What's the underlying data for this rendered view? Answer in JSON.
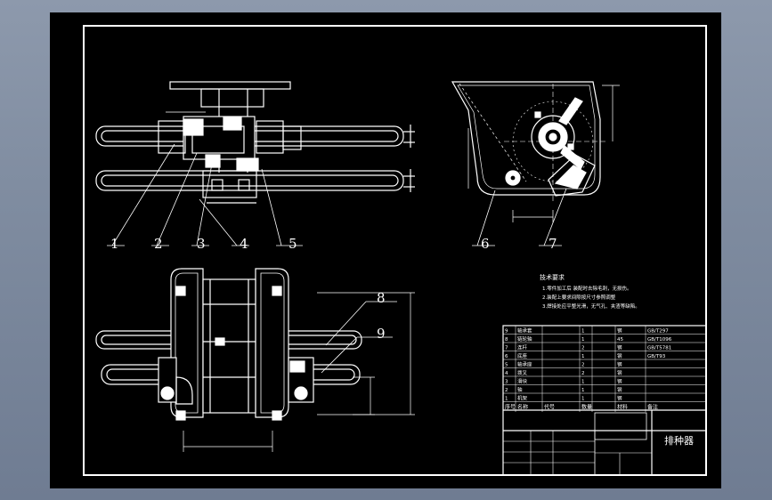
{
  "theme": {
    "background": "#7f8ca0",
    "canvas": "#000000",
    "line": "#ffffff"
  },
  "part_labels": [
    "1",
    "2",
    "3",
    "4",
    "5",
    "6",
    "7",
    "8",
    "9"
  ],
  "notes": {
    "title": "技术要求",
    "lines": [
      "1.零件加工后 装配时去除毛刺，无损伤。",
      "2.装配上要求间隙按尺寸参照调整",
      "3.焊接处应平整光滑，无气孔、夹渣等缺陷。"
    ]
  },
  "parts_table": {
    "rows": [
      [
        "9",
        "轴承套",
        "",
        "1",
        "钢",
        "GB/T297"
      ],
      [
        "8",
        "链轮轴",
        "",
        "1",
        "45",
        "GB/T1096"
      ],
      [
        "7",
        "连杆",
        "",
        "2",
        "钢",
        "GB/T5781"
      ],
      [
        "6",
        "底座",
        "",
        "1",
        "钢",
        "GB/T93"
      ],
      [
        "5",
        "轴承座",
        "",
        "2",
        "钢",
        ""
      ],
      [
        "4",
        "拨叉",
        "",
        "2",
        "钢",
        ""
      ],
      [
        "3",
        "滑块",
        "",
        "1",
        "钢",
        ""
      ],
      [
        "2",
        "轴",
        "",
        "1",
        "钢",
        ""
      ],
      [
        "1",
        "机架",
        "",
        "1",
        "钢",
        ""
      ]
    ],
    "headers": [
      "序号",
      "名称",
      "代号",
      "数量",
      "材料",
      "备注"
    ]
  },
  "title_block": {
    "title": "排种器"
  }
}
